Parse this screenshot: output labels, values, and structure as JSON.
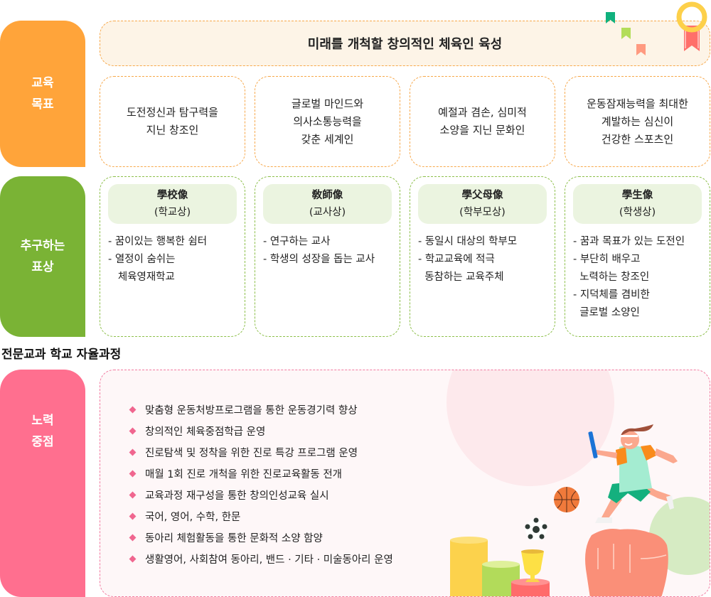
{
  "education_goal": {
    "label": "교육\n목표",
    "vision": "미래를 개척할 창의적인 체육인 육성",
    "cards": [
      "도전정신과 탐구력을\n지닌 창조인",
      "글로벌 마인드와\n의사소통능력을\n갖춘 세계인",
      "예절과 겸손, 심미적\n소양을 지닌 문화인",
      "운동잠재능력을 최대한\n계발하는 심신이\n건강한 스포츠인"
    ]
  },
  "pursued_ideals": {
    "label": "추구하는\n표상",
    "cards": [
      {
        "hanja": "學校像",
        "korean": "(학교상)",
        "items": [
          "- 꿈이있는 행복한 쉼터",
          "- 열정이 숨쉬는",
          "   체육영재학교"
        ]
      },
      {
        "hanja": "敎師像",
        "korean": "(교사상)",
        "items": [
          "- 연구하는 교사",
          "- 학생의 성장을 돕는 교사"
        ]
      },
      {
        "hanja": "學父母像",
        "korean": "(학부모상)",
        "items": [
          "- 동일시 대상의 학부모",
          "- 학교교육에 적극",
          "  동참하는 교육주체"
        ]
      },
      {
        "hanja": "學生像",
        "korean": "(학생상)",
        "items": [
          "- 꿈과 목표가 있는 도전인",
          "- 부단히 배우고",
          "  노력하는 창조인",
          "- 지덕체를 겸비한",
          "  글로벌 소양인"
        ]
      }
    ]
  },
  "curriculum": {
    "section_title": "전문교과 학교 자율과정",
    "label": "노력\n중점",
    "items": [
      "맞춤형 운동처방프로그램을 통한 운동경기력 향상",
      "창의적인 체육중점학급 운영",
      "진로탐색 및 정착을 위한 진로 특강 프로그램 운영",
      "매월 1회 진로 개척을 위한 진로교육활동 전개",
      "교육과정 재구성을 통한 창의인성교육 실시",
      "국어, 영어, 수학, 한문",
      "동아리 체험활동을 통한 문화적 소양 함양",
      "생활영어, 사회참여 동아리, 밴드 · 기타 · 미술동아리 운영"
    ]
  },
  "colors": {
    "goal_orange": "#ffa43a",
    "ideal_green": "#7ab335",
    "focus_pink": "#ff6f8f"
  }
}
